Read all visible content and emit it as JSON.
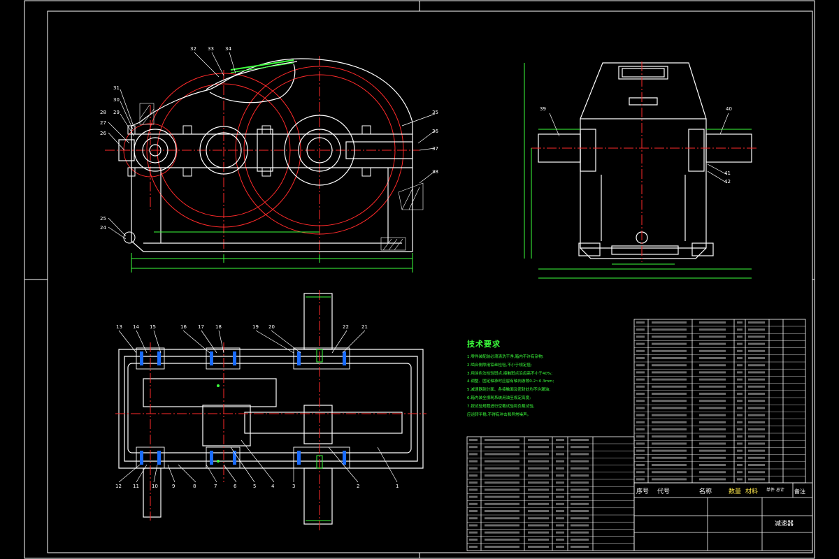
{
  "drawing": {
    "tech_requirements_title": "技术要求",
    "tech_requirements": [
      "1.零件装配前必须清洗干净,箱内不许有杂物;",
      "2.啮合侧隙用铅丝检验,不小于规定值;",
      "3.用涂色法检验斑点,接触斑点沿齿高不小于40%;",
      "4.调整、固定轴承时应留有轴向游隙0.2~0.3mm;",
      "5.减速器剖分面、各接触面及密封处均不许漏油;",
      "6.箱内装全损耗系统用油至规定高度;",
      "7.按试验规程进行空载试验和负载试验,",
      "应运转平稳,不得有冲击和异常噪声。"
    ],
    "front_view_balloons": [
      "32",
      "33",
      "34",
      "31",
      "30",
      "29",
      "28",
      "27",
      "26",
      "25",
      "24",
      "35",
      "36",
      "37",
      "38"
    ],
    "side_view_balloons": [
      "39",
      "40",
      "41",
      "42"
    ],
    "top_view_balloons_top": [
      "13",
      "14",
      "15",
      "16",
      "17",
      "18",
      "19",
      "20",
      "22",
      "21"
    ],
    "top_view_balloons_bottom": [
      "12",
      "11",
      "10",
      "9",
      "8",
      "7",
      "6",
      "5",
      "4",
      "3",
      "2",
      "1"
    ],
    "title_block": {
      "name": "减速器",
      "row_label_seq": "序号",
      "row_label_code": "代号",
      "row_label_name": "名称",
      "row_label_qty": "数量",
      "row_label_material": "材料",
      "row_label_weight": "单件 总计",
      "row_label_note": "备注"
    }
  }
}
